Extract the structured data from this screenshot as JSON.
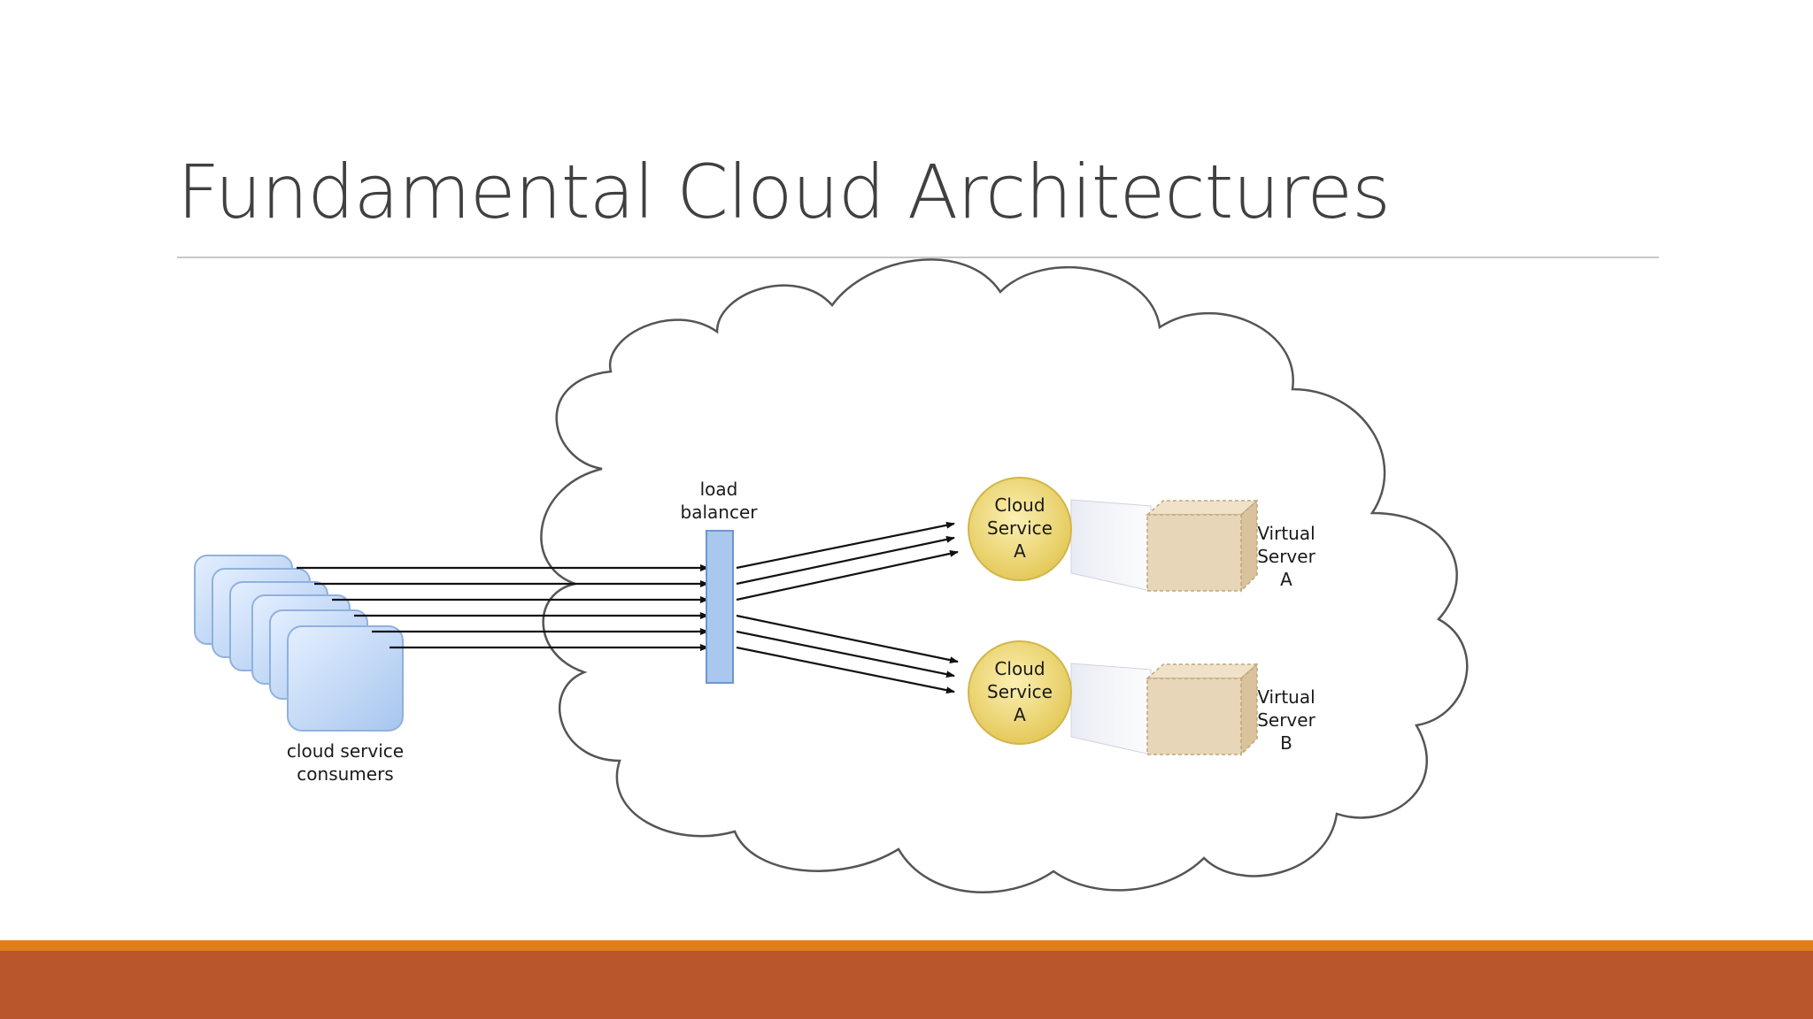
{
  "slide": {
    "title": "Fundamental Cloud Architectures"
  },
  "diagram": {
    "consumers_label": [
      "cloud service",
      "consumers"
    ],
    "load_balancer_label": [
      "load",
      "balancer"
    ],
    "services": [
      {
        "label": [
          "Cloud",
          "Service",
          "A"
        ]
      },
      {
        "label": [
          "Cloud",
          "Service",
          "A"
        ]
      }
    ],
    "servers": [
      {
        "label": [
          "Virtual",
          "Server",
          "A"
        ]
      },
      {
        "label": [
          "Virtual",
          "Server",
          "B"
        ]
      }
    ],
    "colors": {
      "consumer_fill": "#b9d4f2",
      "balancer_fill": "#a9c8ee",
      "service_fill": "#f2dc78",
      "server_fill": "#e8d6b8",
      "footer_accent": "#e07e1c",
      "footer_bar": "#b9562b"
    }
  }
}
